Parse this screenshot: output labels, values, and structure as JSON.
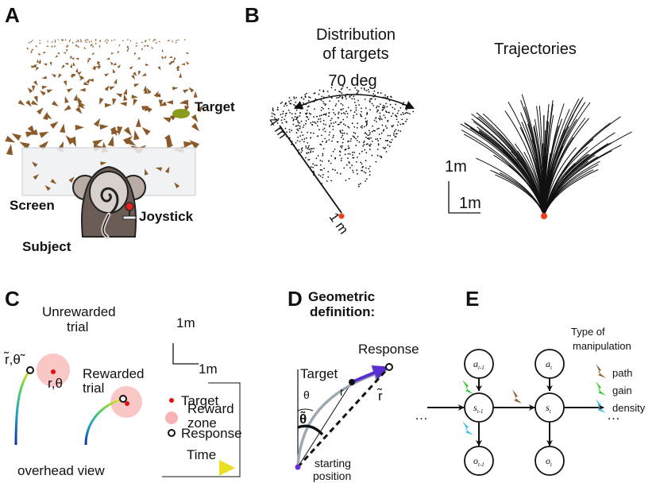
{
  "panels": {
    "A": "A",
    "B": "B",
    "C": "C",
    "D": "D",
    "E": "E"
  },
  "panelA": {
    "target": "Target",
    "screen": "Screen",
    "subject": "Subject",
    "joystick": "Joystick",
    "colors": {
      "ground_triangles": "#8b5a2b",
      "target_ellipse": "#8a9a1a",
      "monkey": "#6b5d55"
    }
  },
  "panelB": {
    "dist_title_1": "Distribution",
    "dist_title_2": "of targets",
    "angle": "70 deg",
    "r_far": "4 m",
    "r_near": "1 m",
    "traj_title": "Trajectories",
    "scale_v": "1m",
    "scale_h": "1m",
    "colors": {
      "start": "#f0401a"
    }
  },
  "panelC": {
    "unrewarded_1": "Unrewarded",
    "unrewarded_2": "trial",
    "rewarded_1": "Rewarded",
    "rewarded_2": "trial",
    "resp_label": "r̃,θ̃",
    "target_label": "r,θ",
    "scale_v": "1m",
    "scale_h": "1m",
    "legend": {
      "target": "Target",
      "reward_1": "Reward",
      "reward_2": "zone",
      "response": "Response",
      "time": "Time"
    },
    "overhead": "overhead view",
    "colors": {
      "target": "#e01010",
      "reward_zone": "#f8b4b4"
    }
  },
  "panelD": {
    "title_1": "Geometric",
    "title_2": "definition:",
    "response": "Response",
    "target": "Target",
    "r": "r",
    "r_tilde": "r̃",
    "theta": "θ",
    "theta_tilde": "θ̃",
    "start_1": "starting",
    "start_2": "position",
    "colors": {
      "arrow": "#5a2fd0",
      "start": "#6a2fd0"
    }
  },
  "panelE": {
    "nodes": {
      "a_prev": "a",
      "a_prev_sub": "t-1",
      "a_cur": "a",
      "a_cur_sub": "t",
      "s_prev": "s",
      "s_prev_sub": "t-1",
      "s_cur": "s",
      "s_cur_sub": "t",
      "o_prev": "o",
      "o_prev_sub": "t-1",
      "o_cur": "o",
      "o_cur_sub": "t"
    },
    "ellipsis_l": "…",
    "ellipsis_r": "…",
    "legend_title_1": "Type of",
    "legend_title_2": "manipulation",
    "legend": [
      "path",
      "gain",
      "density"
    ],
    "colors": {
      "path": "#8b5a2b",
      "gain": "#22cc22",
      "density": "#33bbee"
    }
  }
}
